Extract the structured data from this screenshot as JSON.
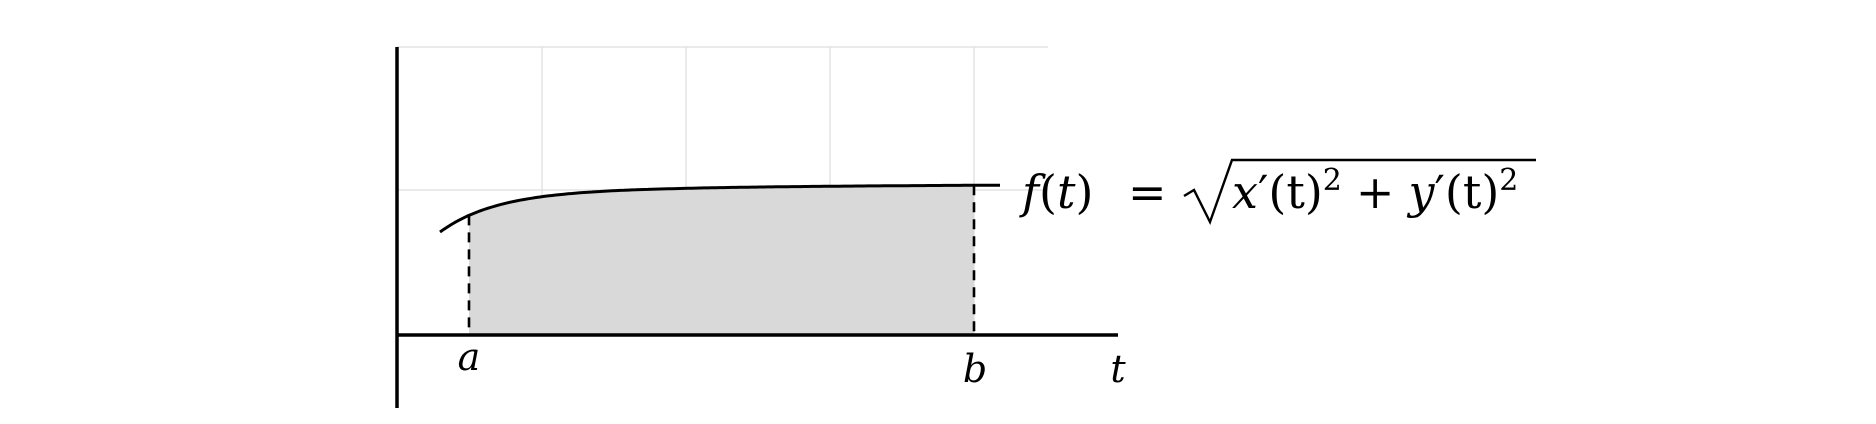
{
  "diagram": {
    "colors": {
      "ink": "#000000",
      "grid": "#dddddd",
      "shade": "#d9d9d9",
      "background": "#ffffff"
    },
    "labels": {
      "lower_bound": "a",
      "upper_bound": "b",
      "axis_variable": "t"
    },
    "formula": {
      "lhs_name": "f",
      "lhs_open": "(",
      "lhs_var": "t",
      "lhs_close": ")",
      "equals": "=",
      "radical": "√",
      "term1_name": "x",
      "term1_prime": "′",
      "term1_arg": "(t)",
      "term1_exp": "2",
      "plus": "+",
      "term2_name": "y",
      "term2_prime": "′",
      "term2_arg": "(t)",
      "term2_exp": "2"
    },
    "shaded_region": "area under f(t) from a to b"
  }
}
